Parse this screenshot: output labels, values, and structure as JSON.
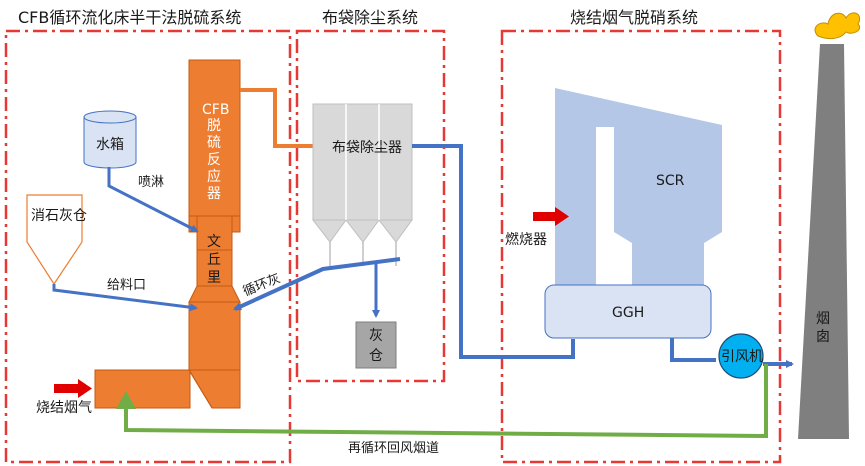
{
  "sections": {
    "cfb_title": "CFB循环流化床半干法脱硫系统",
    "bag_title": "布袋除尘系统",
    "scr_title": "烧结烟气脱硝系统"
  },
  "components": {
    "reactor": [
      "CFB",
      "脱",
      "硫",
      "反",
      "应",
      "器"
    ],
    "venturi": [
      "文",
      "丘",
      "里"
    ],
    "water_tank": "水箱",
    "lime_silo": "消石灰仓",
    "bag_filter": "布袋除尘器",
    "ash_silo": [
      "灰",
      "仓"
    ],
    "scr": "SCR",
    "ggh": "GGH",
    "burner": "燃烧器",
    "fan": "引风机",
    "chimney": [
      "烟",
      "囱"
    ]
  },
  "flow_labels": {
    "spray": "喷淋",
    "feed_port": "给料口",
    "recycle_ash": "循环灰",
    "flue_gas_in": "烧结烟气",
    "recirc_duct": "再循环回风烟道"
  },
  "colors": {
    "border_red": "#e53935",
    "orange": "#ed7d31",
    "blue_line": "#4472c4",
    "scr_blue": "#b4c7e7",
    "green": "#70ad47",
    "chimney_gray": "#7f7f7f",
    "hopper_gray": "#d9d9d9",
    "tank_blue": "#dae3f3",
    "fan_cyan": "#00b0f0",
    "arrow_red": "#e00000",
    "flame_yellow": "#ffc000"
  }
}
